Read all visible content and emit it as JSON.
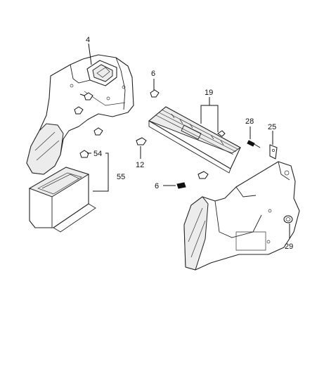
{
  "figure": {
    "callouts": [
      {
        "id": "c4",
        "text": "4"
      },
      {
        "id": "c6a",
        "text": "6"
      },
      {
        "id": "c19",
        "text": "19"
      },
      {
        "id": "c28",
        "text": "28"
      },
      {
        "id": "c25",
        "text": "25"
      },
      {
        "id": "c54",
        "text": "54"
      },
      {
        "id": "c55",
        "text": "55"
      },
      {
        "id": "c12",
        "text": "12"
      },
      {
        "id": "c6b",
        "text": "6"
      },
      {
        "id": "c29",
        "text": "29"
      }
    ]
  }
}
